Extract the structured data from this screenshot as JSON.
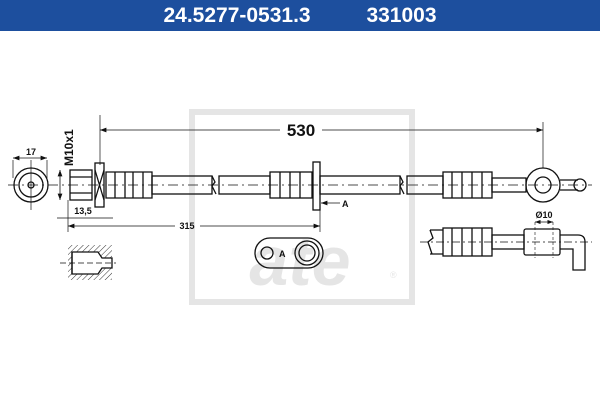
{
  "header": {
    "part_number": "24.5277-0531.3",
    "ref_number": "331003",
    "color": "#1d4f9e"
  },
  "dimensions": {
    "total_length": "530",
    "partial_length": "315",
    "thread": "M10x1",
    "hex_size": "17",
    "nut_length": "13,5",
    "eye_diameter": "Ø10",
    "section_label": "A"
  },
  "watermark": {
    "logo": "ate",
    "mark": "®"
  }
}
